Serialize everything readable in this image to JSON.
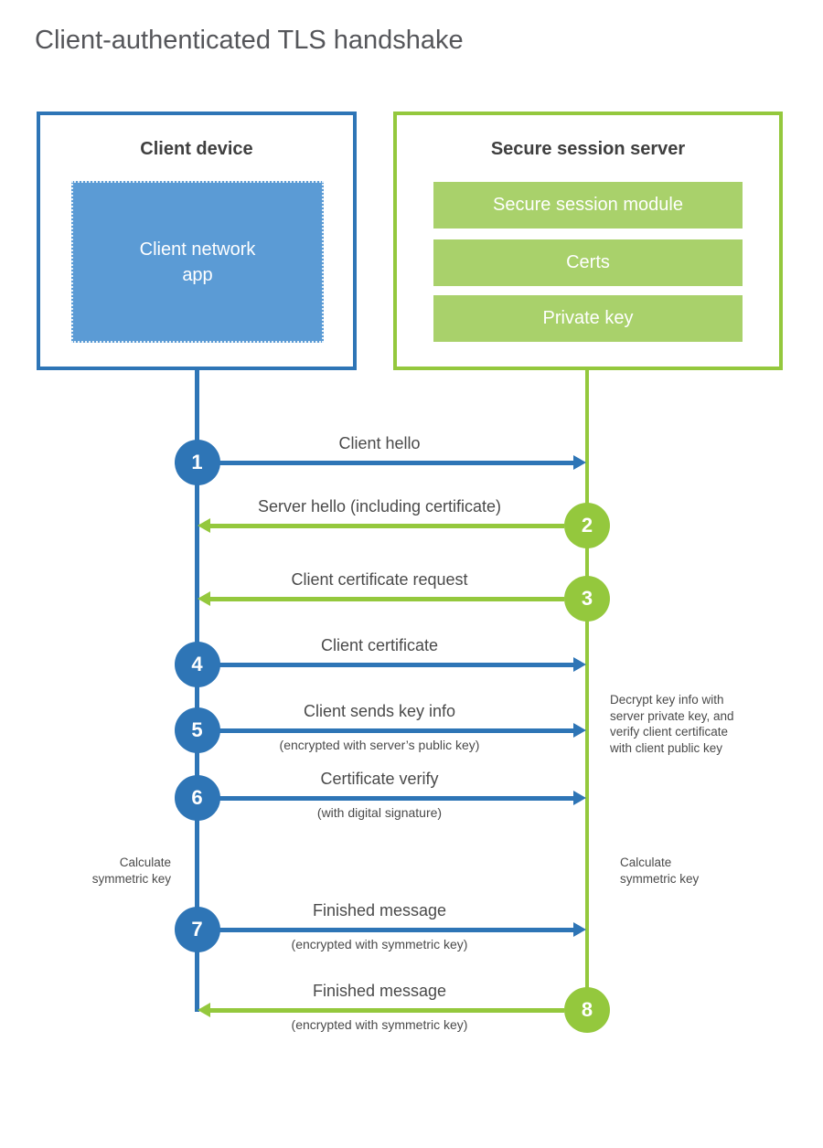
{
  "title": "Client-authenticated TLS handshake",
  "colors": {
    "blue": "#2e75b6",
    "blue_fill": "#5b9bd5",
    "green": "#94c83d",
    "green_fill": "#a9d16b",
    "text": "#4a4a4a"
  },
  "client": {
    "title": "Client device",
    "app_label": "Client network\napp"
  },
  "server": {
    "title": "Secure session server",
    "modules": [
      "Secure session module",
      "Certs",
      "Private key"
    ]
  },
  "steps": [
    {
      "num": "1",
      "from": "client",
      "label": "Client hello",
      "sublabel": ""
    },
    {
      "num": "2",
      "from": "server",
      "label": "Server hello (including certificate)",
      "sublabel": ""
    },
    {
      "num": "3",
      "from": "server",
      "label": "Client certificate request",
      "sublabel": ""
    },
    {
      "num": "4",
      "from": "client",
      "label": "Client certificate",
      "sublabel": ""
    },
    {
      "num": "5",
      "from": "client",
      "label": "Client sends key info",
      "sublabel": "(encrypted with server’s public key)"
    },
    {
      "num": "6",
      "from": "client",
      "label": "Certificate verify",
      "sublabel": "(with digital signature)"
    },
    {
      "num": "7",
      "from": "client",
      "label": "Finished message",
      "sublabel": "(encrypted with symmetric key)"
    },
    {
      "num": "8",
      "from": "server",
      "label": "Finished message",
      "sublabel": "(encrypted with symmetric key)"
    }
  ],
  "notes": {
    "server_note": "Decrypt key info with\nserver private key, and\nverify client certificate\nwith client public key",
    "client_calc": "Calculate\nsymmetric key",
    "server_calc": "Calculate\nsymmetric key"
  }
}
